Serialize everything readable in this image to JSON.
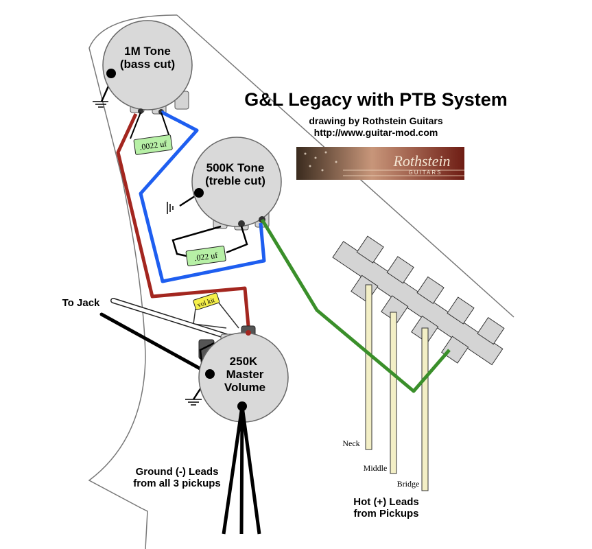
{
  "title": "G&L Legacy with PTB System",
  "credit": {
    "line1": "drawing by Rothstein Guitars",
    "line2": "http://www.guitar-mod.com"
  },
  "logo": {
    "text": "Rothstein",
    "subtext": "GUITARS"
  },
  "pots": {
    "tone_bass": {
      "line1": "1M Tone",
      "line2": "(bass cut)"
    },
    "tone_treble": {
      "line1": "500K Tone",
      "line2": "(treble cut)"
    },
    "volume": {
      "line1": "250K",
      "line2": "Master",
      "line3": "Volume"
    }
  },
  "caps": {
    "cap1": ".0022 uf",
    "cap2": ".022 uf"
  },
  "vol_kit": "vol kit",
  "labels": {
    "to_jack": "To Jack",
    "ground_line1": "Ground (-) Leads",
    "ground_line2": "from all 3 pickups",
    "hot_line1": "Hot (+) Leads",
    "hot_line2": "from Pickups"
  },
  "pickups": {
    "neck": "Neck",
    "middle": "Middle",
    "bridge": "Bridge"
  },
  "colors": {
    "pot": "#d9d9d9",
    "red_wire": "#a3261f",
    "blue_wire": "#1e5ef0",
    "green_wire": "#3a8f2a",
    "cap": "#b7f0a6",
    "vol_kit": "#f5ef4a",
    "pickup": "#f3efc6",
    "switch": "#d4d4d4"
  }
}
